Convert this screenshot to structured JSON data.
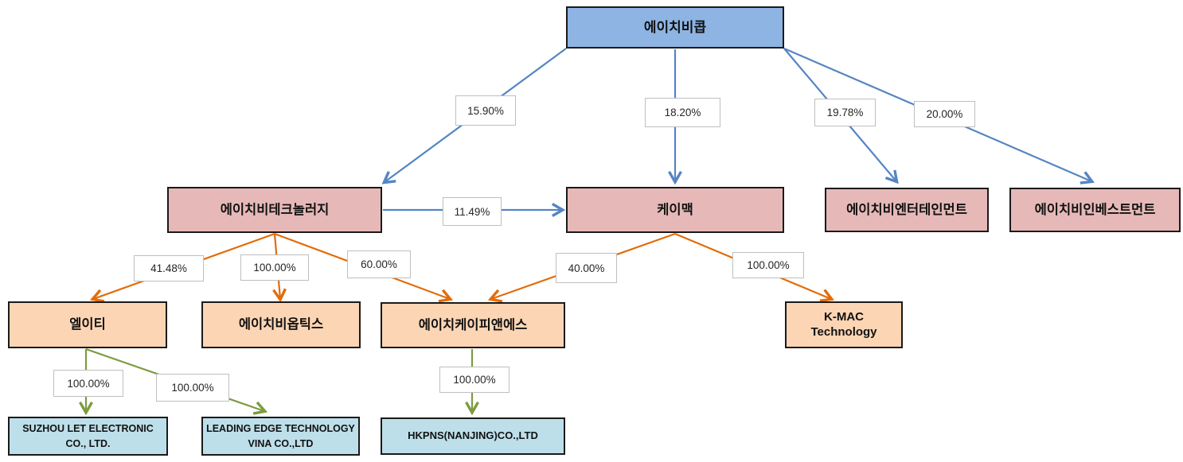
{
  "colors": {
    "root_fill": "#8DB4E2",
    "level2_fill": "#E6B9B8",
    "level3_fill": "#FCD5B4",
    "level4_fill": "#BDDFEA",
    "blue_arrow": "#5585C2",
    "orange_arrow": "#E36C09",
    "green_arrow": "#7C9C3F",
    "node_border": "#1a1a1a",
    "label_border": "#BFBFBF"
  },
  "nodes": {
    "root": {
      "label": "에이치비콥"
    },
    "hb_technology": {
      "label": "에이치비테크놀러지"
    },
    "kmac": {
      "label": "케이맥"
    },
    "hb_entertainment": {
      "label": "에이치비엔터테인먼트"
    },
    "hb_investment": {
      "label": "에이치비인베스트먼트"
    },
    "let": {
      "label": "엘이티"
    },
    "hb_optics": {
      "label": "에이치비옵틱스"
    },
    "hkpns": {
      "label": "에이치케이피앤에스"
    },
    "kmac_technology": {
      "label": "K-MAC Technology"
    },
    "suzhou_let": {
      "label": "SUZHOU LET ELECTRONIC CO., LTD."
    },
    "leading_edge": {
      "label": "LEADING EDGE TECHNOLOGY VINA CO.,LTD"
    },
    "hkpns_nanjing": {
      "label": "HKPNS(NANJING)CO.,LTD"
    }
  },
  "edges": {
    "root_hbtech": {
      "from": "에이치비콥",
      "to": "에이치비테크놀러지",
      "label": "15.90%"
    },
    "root_kmac": {
      "from": "에이치비콥",
      "to": "케이맥",
      "label": "18.20%"
    },
    "root_hbent": {
      "from": "에이치비콥",
      "to": "에이치비엔터테인먼트",
      "label": "19.78%"
    },
    "root_hbinv": {
      "from": "에이치비콥",
      "to": "에이치비인베스트먼트",
      "label": "20.00%"
    },
    "hbtech_kmac": {
      "from": "에이치비테크놀러지",
      "to": "케이맥",
      "label": "11.49%"
    },
    "hbtech_let": {
      "from": "에이치비테크놀러지",
      "to": "엘이티",
      "label": "41.48%"
    },
    "hbtech_optics": {
      "from": "에이치비테크놀러지",
      "to": "에이치비옵틱스",
      "label": "100.00%"
    },
    "hbtech_hkpns": {
      "from": "에이치비테크놀러지",
      "to": "에이치케이피앤에스",
      "label": "60.00%"
    },
    "kmac_hkpns": {
      "from": "케이맥",
      "to": "에이치케이피앤에스",
      "label": "40.00%"
    },
    "kmac_kmactech": {
      "from": "케이맥",
      "to": "K-MAC Technology",
      "label": "100.00%"
    },
    "let_suzhou": {
      "from": "엘이티",
      "to": "SUZHOU LET ELECTRONIC CO., LTD.",
      "label": "100.00%"
    },
    "let_leading": {
      "from": "엘이티",
      "to": "LEADING EDGE TECHNOLOGY VINA CO.,LTD",
      "label": "100.00%"
    },
    "hkpns_nanjing": {
      "from": "에이치케이피앤에스",
      "to": "HKPNS(NANJING)CO.,LTD",
      "label": "100.00%"
    }
  }
}
